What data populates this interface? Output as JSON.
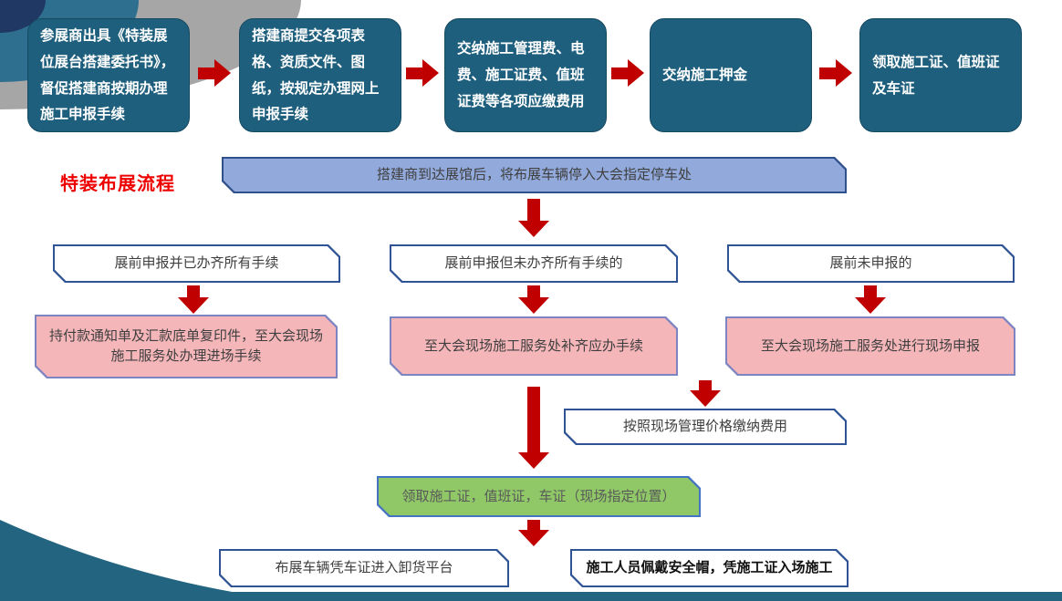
{
  "title": "特装布展流程",
  "colors": {
    "teal": "#1E5F7E",
    "arrow_red": "#C00000",
    "banner_fill": "#92A9DB",
    "banner_border": "#30508C",
    "white_fill": "#FFFFFF",
    "white_border": "#2F5496",
    "pink_fill": "#F5B6BA",
    "pink_border": "#7C84C2",
    "green_fill": "#90C868",
    "green_border": "#4472C4",
    "title_red": "#EE0000"
  },
  "top_flow": {
    "boxes": [
      {
        "label": "参展商出具《特装展位展台搭建委托书》，督促搭建商按期办理施工申报手续"
      },
      {
        "label": "搭建商提交各项表格、资质文件、图纸，按规定办理网上申报手续"
      },
      {
        "label": "交纳施工管理费、电费、施工证费、值班证费等各项应缴费用"
      },
      {
        "label": "交纳施工押金"
      },
      {
        "label": "领取施工证、值班证及车证"
      }
    ]
  },
  "banner": {
    "label": "搭建商到达展馆后，将布展车辆停入大会指定停车处"
  },
  "branches": {
    "left": {
      "condition": "展前申报并已办齐所有手续",
      "action": "持付款通知单及汇款底单复印件，至大会现场施工服务处办理进场手续"
    },
    "middle": {
      "condition": "展前申报但未办齐所有手续的",
      "action": "至大会现场施工服务处补齐应办手续"
    },
    "right": {
      "condition": "展前未申报的",
      "action": "至大会现场施工服务处进行现场申报",
      "fee": "按照现场管理价格缴纳费用"
    }
  },
  "merge": {
    "pickup": "领取施工证，值班证，车证（现场指定位置）"
  },
  "bottom": {
    "left": "布展车辆凭车证进入卸货平台",
    "right": "施工人员佩戴安全帽，凭施工证入场施工"
  }
}
